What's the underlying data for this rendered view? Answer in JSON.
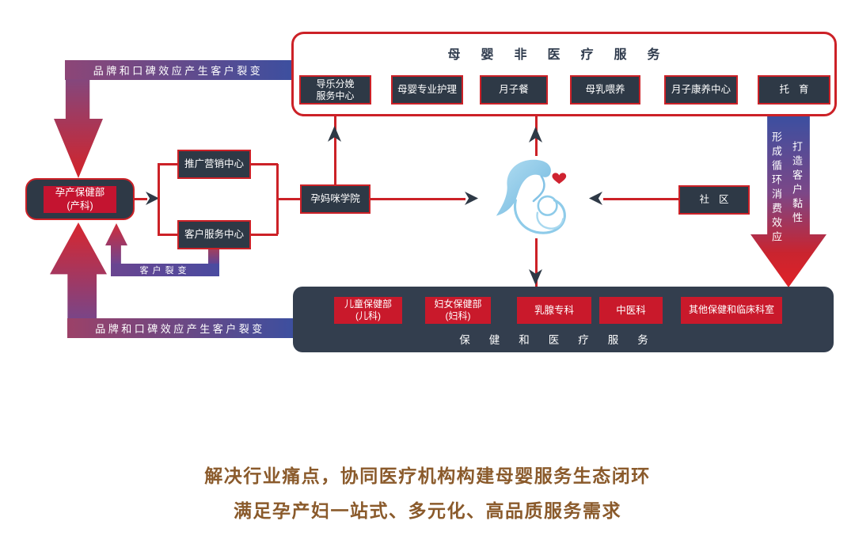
{
  "top_banner": {
    "label": "品牌和口碑效应产生客户裂变"
  },
  "bottom_banner": {
    "label": "品牌和口碑效应产生客户裂变"
  },
  "fission": {
    "label": "客户裂变"
  },
  "right_flow": {
    "front": "打造客户黏性",
    "back": "形成循环消费效应"
  },
  "maternity_dept": {
    "line1": "孕产保健部",
    "line2": "(产科)"
  },
  "marketing_center": {
    "label": "推广营销中心"
  },
  "service_center": {
    "label": "客户服务中心"
  },
  "academy": {
    "label": "孕妈咪学院"
  },
  "community": {
    "label": "社区"
  },
  "non_medical": {
    "title": "母婴非医疗服务",
    "items": [
      {
        "line1": "导乐分娩",
        "line2": "服务中心"
      },
      {
        "label": "母婴专业护理"
      },
      {
        "label": "月子餐"
      },
      {
        "label": "母乳喂养"
      },
      {
        "label": "月子康养中心"
      },
      {
        "label": "托育"
      }
    ]
  },
  "medical": {
    "title": "保健和医疗服务",
    "items": [
      {
        "line1": "儿童保健部",
        "line2": "(儿科)"
      },
      {
        "line1": "妇女保健部",
        "line2": "(妇科)"
      },
      {
        "label": "乳腺专科"
      },
      {
        "label": "中医科"
      },
      {
        "label": "其他保健和临床科室"
      }
    ]
  },
  "tagline": {
    "line1": "解决行业痛点，协同医疗机构构建母婴服务生态闭环",
    "line2": "满足孕产妇一站式、多元化、高品质服务需求"
  },
  "icon": {
    "name": "mother-baby-icon",
    "heart_color": "#cf2330",
    "body_color": "#8ecbe9"
  },
  "colors": {
    "node_navy": "#2e3946",
    "container_navy": "#333e4e",
    "line_red": "#cc2127",
    "fill_red": "#c9192b",
    "inner_red": "#c41430",
    "banner_blue": "#3d4f9f",
    "banner_purple": "#8d4677",
    "banner_red": "#d42329",
    "tagline_brown": "#8a5a2b"
  }
}
